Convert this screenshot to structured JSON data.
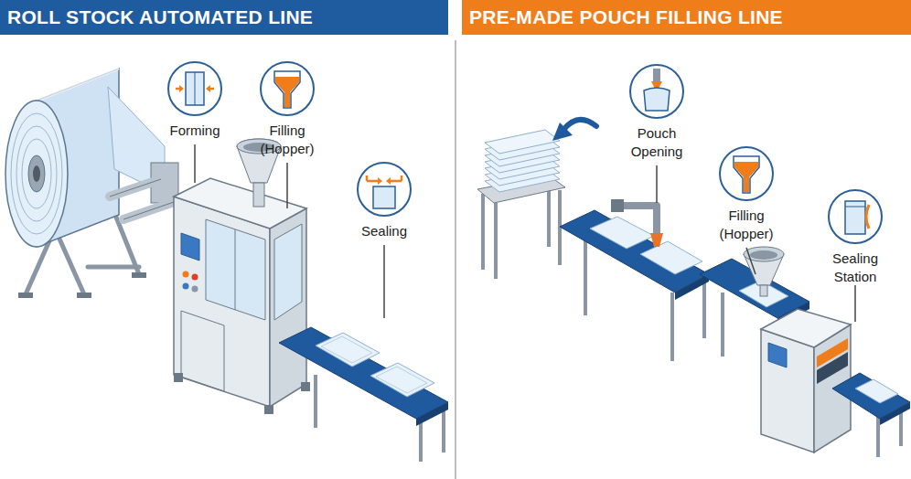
{
  "diagram": {
    "nodes": [
      {
        "text": [
          "ROLL STOCK AUTOMATED LINE"
        ]
      },
      {
        "text": [
          "Forming"
        ]
      },
      {
        "text": [
          "Filling (Hopper)"
        ]
      },
      {
        "text": [
          "Sealing"
        ]
      },
      {
        "text": [
          "PRE-MADE POUCH FILLING LINE"
        ]
      },
      {
        "text": [
          "Pouch Opening"
        ]
      },
      {
        "text": [
          "Filling (Hopper)"
        ]
      },
      {
        "text": [
          "Sealing Station"
        ]
      }
    ]
  }
}
